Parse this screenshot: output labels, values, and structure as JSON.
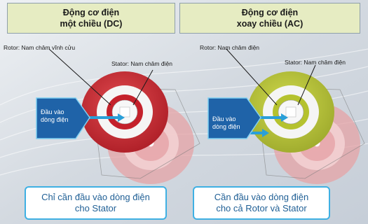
{
  "left": {
    "title_line1": "Động cơ điện",
    "title_line2": "một chiều (DC)",
    "rotor_label": "Rotor: Nam châm vĩnh cửu",
    "stator_label": "Stator: Nam châm điện",
    "input_line1": "Đầu vào",
    "input_line2": "dòng điện",
    "note_line1": "Chỉ cần đầu vào dòng điện",
    "note_line2": "cho Stator"
  },
  "right": {
    "title_line1": "Động cơ điện",
    "title_line2": "xoay chiều (AC)",
    "rotor_label": "Rotor: Nam châm điện",
    "stator_label": "Stator: Nam châm điện",
    "input_line1": "Đầu vào",
    "input_line2": "dòng điện",
    "note_line1": "Cần đầu vào dòng điện",
    "note_line2": "cho cả Rotor và Stator"
  },
  "colors": {
    "dc_stator": "#c4212b",
    "ac_stator": "#b5c22e",
    "arrow_blue": "#2a9fd8",
    "title_bg": "#e6ecc2",
    "note_border": "#3fb0e3"
  }
}
